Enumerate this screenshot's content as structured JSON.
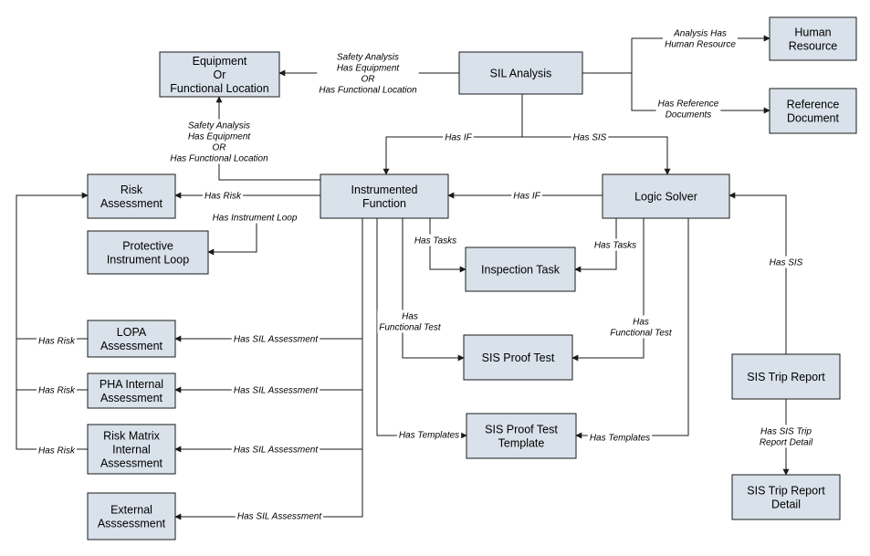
{
  "nodes": {
    "equipment": [
      "Equipment",
      "Or",
      "Functional Location"
    ],
    "sil_analysis": [
      "SIL Analysis"
    ],
    "human_resource": [
      "Human",
      "Resource"
    ],
    "reference_document": [
      "Reference",
      "Document"
    ],
    "risk_assessment": [
      "Risk",
      "Assessment"
    ],
    "instrumented_function": [
      "Instrumented",
      "Function"
    ],
    "logic_solver": [
      "Logic Solver"
    ],
    "protective_instrument_loop": [
      "Protective",
      "Instrument Loop"
    ],
    "inspection_task": [
      "Inspection Task"
    ],
    "lopa_assessment": [
      "LOPA",
      "Assessment"
    ],
    "sis_proof_test": [
      "SIS Proof Test"
    ],
    "pha_internal_assessment": [
      "PHA Internal",
      "Assessment"
    ],
    "risk_matrix_internal_assessment": [
      "Risk Matrix",
      "Internal",
      "Assessment"
    ],
    "sis_proof_test_template": [
      "SIS Proof Test",
      "Template"
    ],
    "external_assessment": [
      "External",
      "Asssessment"
    ],
    "sis_trip_report": [
      "SIS Trip Report"
    ],
    "sis_trip_report_detail": [
      "SIS Trip Report",
      "Detail"
    ]
  },
  "edge_labels": {
    "sil_to_equipment": [
      "Safety Analysis",
      "Has Equipment",
      "OR",
      "Has Functional Location"
    ],
    "if_to_equipment": [
      "Safety Analysis",
      "Has Equipment",
      "OR",
      "Has Functional Location"
    ],
    "sil_to_human": [
      "Analysis Has",
      "Human Resource"
    ],
    "sil_to_reference": [
      "Has Reference",
      "Documents"
    ],
    "sil_to_if": [
      "Has IF"
    ],
    "sil_to_ls": [
      "Has SIS"
    ],
    "if_to_risk": [
      "Has Risk"
    ],
    "if_to_loop": [
      "Has Instrument Loop"
    ],
    "ls_to_if": [
      "Has IF"
    ],
    "if_to_task": [
      "Has Tasks"
    ],
    "ls_to_task": [
      "Has Tasks"
    ],
    "if_to_prooftest": [
      "Has",
      "Functional Test"
    ],
    "ls_to_prooftest": [
      "Has",
      "Functional Test"
    ],
    "if_to_template": [
      "Has Templates"
    ],
    "ls_to_template": [
      "Has Templates"
    ],
    "if_to_lopa": [
      "Has SIL Assessment"
    ],
    "if_to_pha": [
      "Has SIL Assessment"
    ],
    "if_to_riskmatrix": [
      "Has SIL Assessment"
    ],
    "if_to_external": [
      "Has SIL Assessment"
    ],
    "lopa_to_risk": [
      "Has Risk"
    ],
    "pha_to_risk": [
      "Has Risk"
    ],
    "riskmatrix_to_risk": [
      "Has Risk"
    ],
    "trip_to_ls": [
      "Has SIS"
    ],
    "trip_to_detail": [
      "Has SIS Trip",
      "Report Detail"
    ]
  }
}
